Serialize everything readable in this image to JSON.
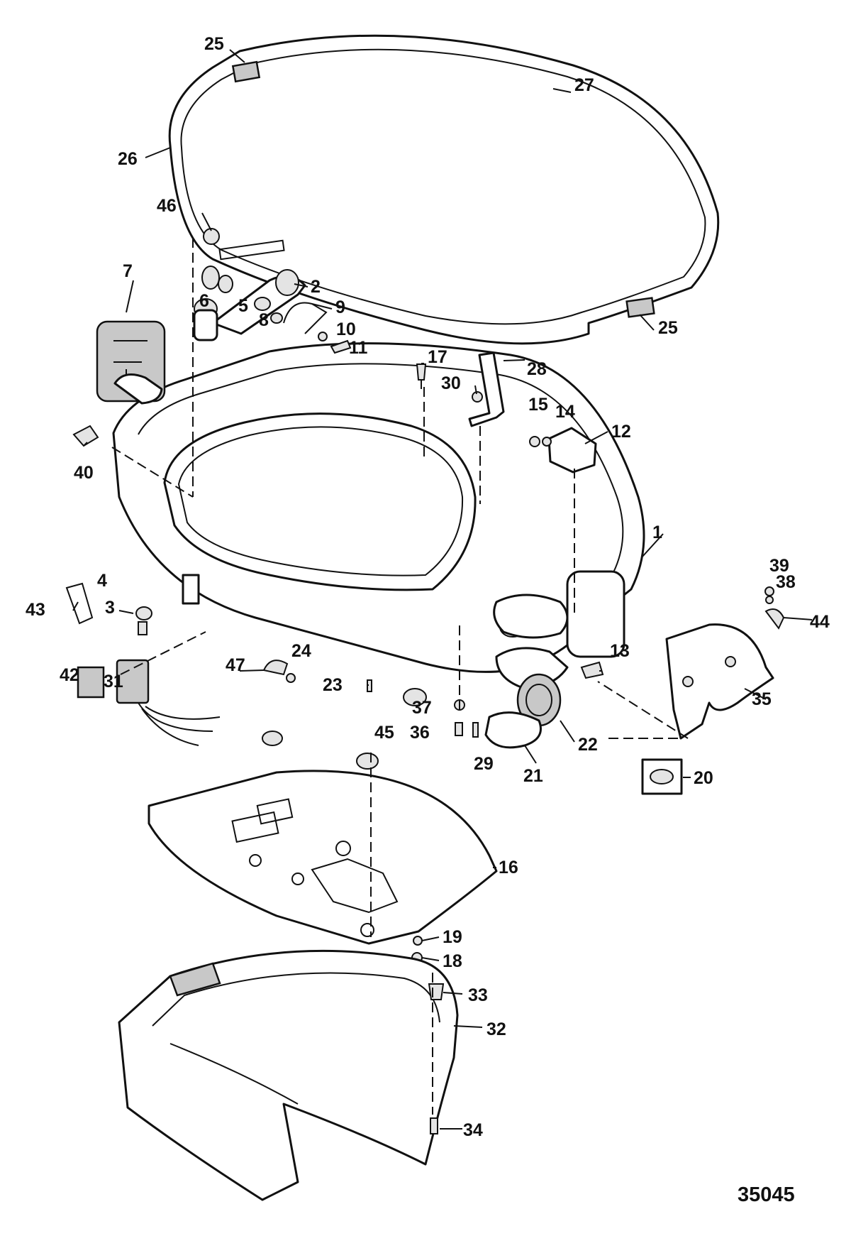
{
  "figure_number": "35045",
  "callouts": [
    "1",
    "2",
    "3",
    "4",
    "5",
    "6",
    "7",
    "8",
    "9",
    "10",
    "11",
    "12",
    "13",
    "14",
    "15",
    "16",
    "17",
    "18",
    "19",
    "20",
    "21",
    "22",
    "23",
    "24",
    "25",
    "25",
    "26",
    "27",
    "28",
    "29",
    "30",
    "31",
    "32",
    "33",
    "34",
    "35",
    "36",
    "37",
    "38",
    "39",
    "40",
    "42",
    "43",
    "44",
    "45",
    "46",
    "47"
  ]
}
